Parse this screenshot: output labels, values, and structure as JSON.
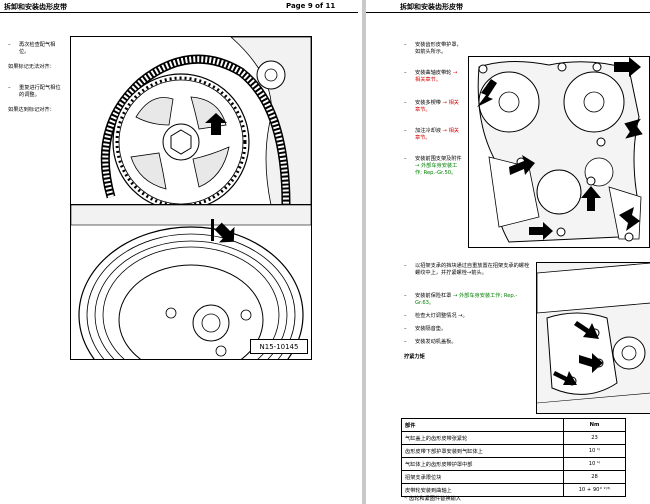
{
  "left_page": {
    "header_title": "拆卸和安装齿形皮带",
    "page_indicator": "Page 9 of 11",
    "steps": [
      {
        "bullet": "–",
        "text": "再次检查配气相位。"
      },
      {
        "bullet": "",
        "text": "如果标记无法对齐："
      },
      {
        "bullet": "–",
        "text": "重复进行配气相位的调整。"
      },
      {
        "bullet": "",
        "text": "如果达到标记对齐："
      }
    ],
    "figure_label": "N15-10145"
  },
  "right_page": {
    "header_title": "拆卸和安装齿形皮带",
    "steps_top": [
      {
        "bullet": "–",
        "parts": [
          {
            "t": "安装齿形皮带护罩，如箭头所示。",
            "c": ""
          }
        ]
      },
      {
        "bullet": "–",
        "parts": [
          {
            "t": "安装曲轴皮带轮 ",
            "c": ""
          },
          {
            "t": "→ 相关章节。",
            "c": "red"
          }
        ]
      },
      {
        "bullet": "–",
        "parts": [
          {
            "t": "安装多楔带 ",
            "c": ""
          },
          {
            "t": "→ 相关章节。",
            "c": "red"
          }
        ]
      },
      {
        "bullet": "–",
        "parts": [
          {
            "t": "加注冷却液 ",
            "c": ""
          },
          {
            "t": "→ 相关章节。",
            "c": "red"
          }
        ]
      },
      {
        "bullet": "–",
        "parts": [
          {
            "t": "安装前围支架及附件 ",
            "c": ""
          },
          {
            "t": "→ 外部车身安装工作; Rep.-Gr.50。",
            "c": "green"
          }
        ]
      }
    ],
    "steps_mid": [
      {
        "bullet": "–",
        "parts": [
          {
            "t": "以招架支承的挡块通过自重放置在招架支承的螺栓螺纹中上，并拧紧螺栓→箭头。",
            "c": ""
          }
        ]
      },
      {
        "bullet": "–",
        "parts": [
          {
            "t": "安装前保险杠罩 ",
            "c": ""
          },
          {
            "t": "→ 外部车身安装工作; Rep.-Gr.63。",
            "c": "green"
          }
        ]
      },
      {
        "bullet": "–",
        "parts": [
          {
            "t": "检查大灯调整情况 →。",
            "c": ""
          }
        ]
      },
      {
        "bullet": "–",
        "parts": [
          {
            "t": "安装隔音垫。",
            "c": ""
          }
        ]
      },
      {
        "bullet": "–",
        "parts": [
          {
            "t": "安装发动机盖板。",
            "c": ""
          }
        ]
      }
    ],
    "torque_heading": "拧紧力矩",
    "torque_table": {
      "headers": [
        "部件",
        "Nm"
      ],
      "rows": [
        [
          "气缸盖上的齿形皮带张紧轮",
          "23"
        ],
        [
          "齿形皮带下部护罩安装到气缸体上",
          "10 ¹⁾"
        ],
        [
          "气缸体上的齿形皮带护罩中部",
          "10 ¹⁾"
        ],
        [
          "招架支承限位块",
          "28"
        ],
        [
          "皮带轮安装到曲轴上",
          "10 + 90° ²⁾³⁾"
        ]
      ]
    },
    "footnote": "¹⁾ 齿轮和紧固件替换输入"
  }
}
